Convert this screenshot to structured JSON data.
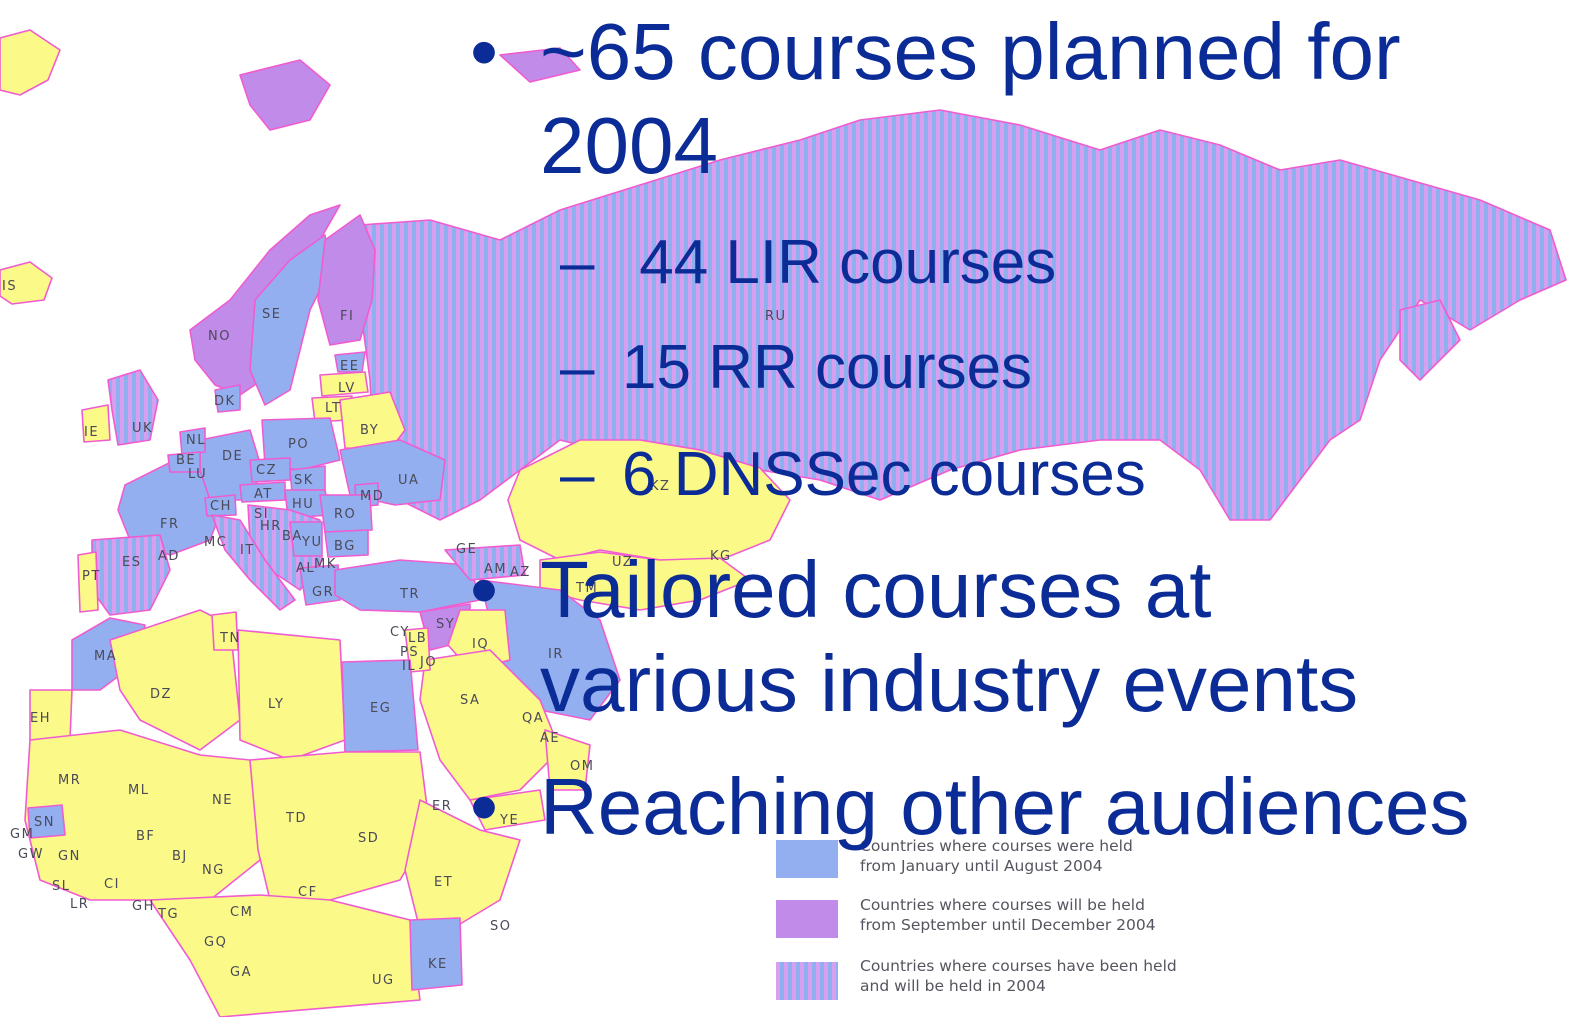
{
  "slide": {
    "bullets": [
      {
        "text": "~65 courses planned for 2004",
        "line1": "~65 courses planned for",
        "line2": "2004"
      },
      {
        "text": "Tailored courses at various industry events",
        "line1": "Tailored courses at",
        "line2": "various industry events"
      },
      {
        "text": "Reaching other audiences"
      }
    ],
    "sub_bullets": [
      " 44 LIR courses",
      "15 RR courses",
      "6 DNSSec courses"
    ],
    "bullet_marker": "•",
    "dash_marker": "–"
  },
  "map": {
    "country_codes": [
      "IS",
      "NO",
      "SE",
      "FI",
      "EE",
      "LV",
      "LT",
      "BY",
      "RU",
      "DK",
      "UK",
      "IE",
      "NL",
      "BE",
      "LU",
      "DE",
      "PO",
      "CZ",
      "SK",
      "AT",
      "CH",
      "HU",
      "UA",
      "MD",
      "RO",
      "BG",
      "YU",
      "FR",
      "MC",
      "IT",
      "AD",
      "ES",
      "PT",
      "GE",
      "AM",
      "AZ",
      "KZ",
      "UZ",
      "TM",
      "KG",
      "TR",
      "GR",
      "SY",
      "CY",
      "LB",
      "PS",
      "IL",
      "JO",
      "IQ",
      "IR",
      "SA",
      "QA",
      "AE",
      "OM",
      "YE",
      "ER",
      "MA",
      "DZ",
      "TN",
      "LY",
      "EG",
      "EH",
      "MR",
      "ML",
      "NE",
      "TD",
      "SD",
      "SN",
      "GM",
      "GW",
      "GN",
      "SL",
      "LR",
      "CI",
      "BF",
      "GH",
      "TG",
      "BJ",
      "NG",
      "CM",
      "CF",
      "GQ",
      "GA",
      "ET",
      "SO",
      "KE",
      "UG",
      "HR",
      "SI",
      "BA",
      "AL",
      "MK"
    ],
    "legend": [
      {
        "label_line1": "Countries where courses were held",
        "label_line2": "from January until August 2004",
        "color": "#93aff0",
        "pattern": "solid"
      },
      {
        "label_line1": "Countries where courses will be held",
        "label_line2": "from September until December 2004",
        "color": "#c08be9",
        "pattern": "solid"
      },
      {
        "label_line1": "Countries where courses have been held",
        "label_line2": "and will be held in 2004",
        "color": "#b9a2ea",
        "pattern": "striped"
      }
    ],
    "colors": {
      "held": "#93aff0",
      "will_be_held": "#c08be9",
      "both": "#b9a2ea",
      "none": "#fbf988",
      "border": "#f05cd0",
      "text": "#0b2b96"
    }
  }
}
